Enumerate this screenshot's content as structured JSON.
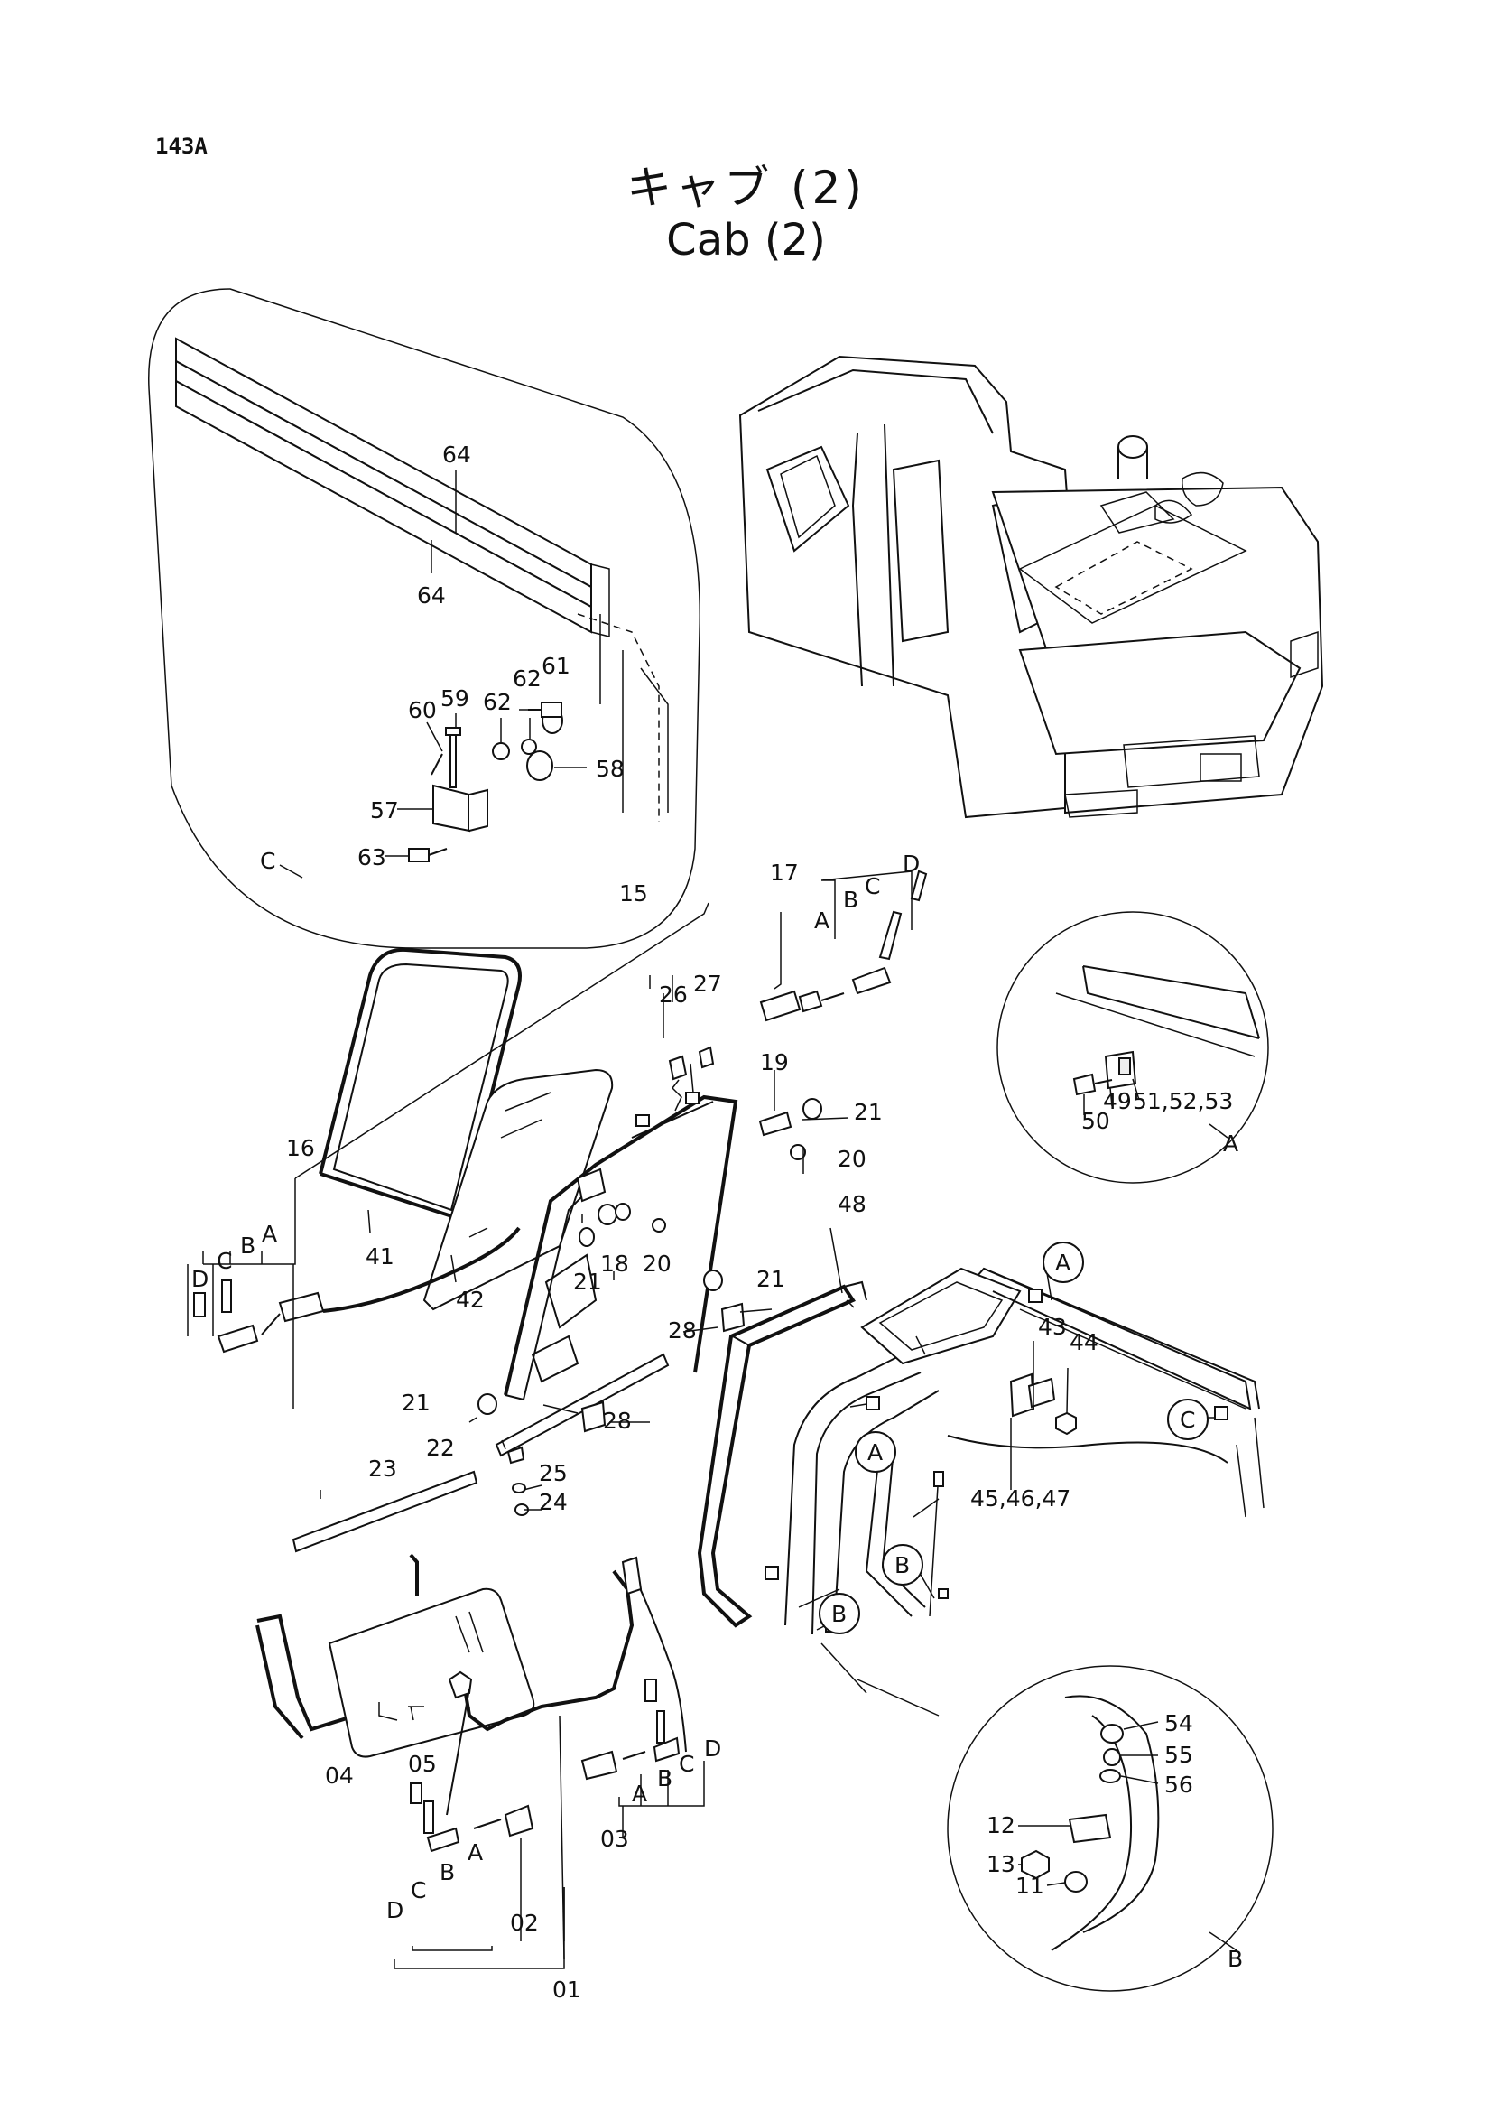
{
  "page": {
    "code": "143A",
    "title_jp": "キャブ (2)",
    "title_en": "Cab (2)"
  },
  "detail_views": {
    "c": "C",
    "a": "A",
    "b": "B"
  },
  "callouts": {
    "a": "A",
    "b": "B",
    "c": "C",
    "d": "D"
  },
  "parts": {
    "p01": "01",
    "p02": "02",
    "p03": "03",
    "p04": "04",
    "p05": "05",
    "p11": "11",
    "p12": "12",
    "p13": "13",
    "p15": "15",
    "p16": "16",
    "p17": "17",
    "p18": "18",
    "p19": "19",
    "p20": "20",
    "p21": "21",
    "p22": "22",
    "p23": "23",
    "p24": "24",
    "p25": "25",
    "p26": "26",
    "p27": "27",
    "p28": "28",
    "p41": "41",
    "p42": "42",
    "p43": "43",
    "p44": "44",
    "p45_47": "45,46,47",
    "p48": "48",
    "p49": "49",
    "p50": "50",
    "p51_53": "51,52,53",
    "p54": "54",
    "p55": "55",
    "p56": "56",
    "p57": "57",
    "p58": "58",
    "p59": "59",
    "p60": "60",
    "p61": "61",
    "p62": "62",
    "p63": "63",
    "p64": "64"
  }
}
